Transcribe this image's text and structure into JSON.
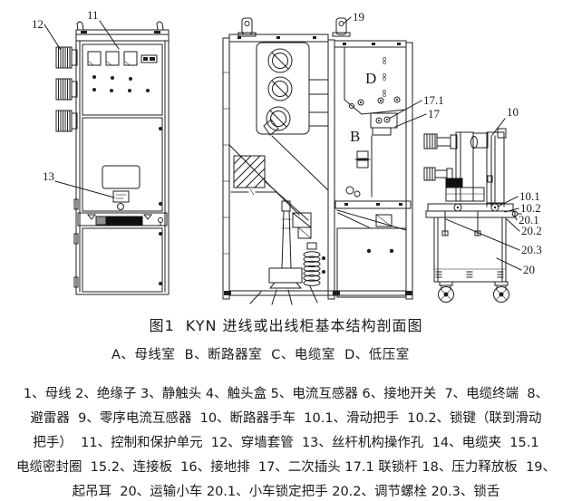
{
  "colors": {
    "ink": "#1f1f1f",
    "paper": "#ffffff",
    "handle_black": "#101010",
    "handle_gray": "#909090"
  },
  "figure": {
    "title": "图1  KYN 进线或出线柜基本结构剖面图",
    "rooms_legend": "A、母线室  B、断路器室  C、电缆室  D、低压室",
    "parts_list_lines": [
      "1、母线 2、绝缘子 3、静触头 4、触头盒 5、电流互感器 6、接地开关  7、电缆终端  8、",
      "避雷器  9、零序电流互感器  10、断路器手车  10.1、滑动把手  10.2、锁键（联到滑动",
      "把手）  11、控制和保护单元  12、穿墙套管  13、丝杆机构操作孔  14、电缆夹  15.1",
      "电缆密封圈  15.2、连接板  16、接地排  17、二次插头 17.1 联锁杆 18、压力释放板  19、",
      "起吊耳  20、运输小车 20.1、小车锁定把手 20.2、调节螺栓 20.3、锁舌"
    ],
    "callouts": {
      "front": {
        "n12": "12",
        "n11": "11",
        "n13": "13"
      },
      "section": {
        "n19": "19",
        "n17_1": "17.1",
        "n17": "17",
        "room_b": "B",
        "room_d": "D"
      },
      "cart": {
        "n10": "10",
        "n10_1": "10.1",
        "n10_2": "10.2",
        "n20_1": "20.1",
        "n20_2": "20.2",
        "n20_3": "20.3",
        "n20": "20"
      }
    }
  }
}
